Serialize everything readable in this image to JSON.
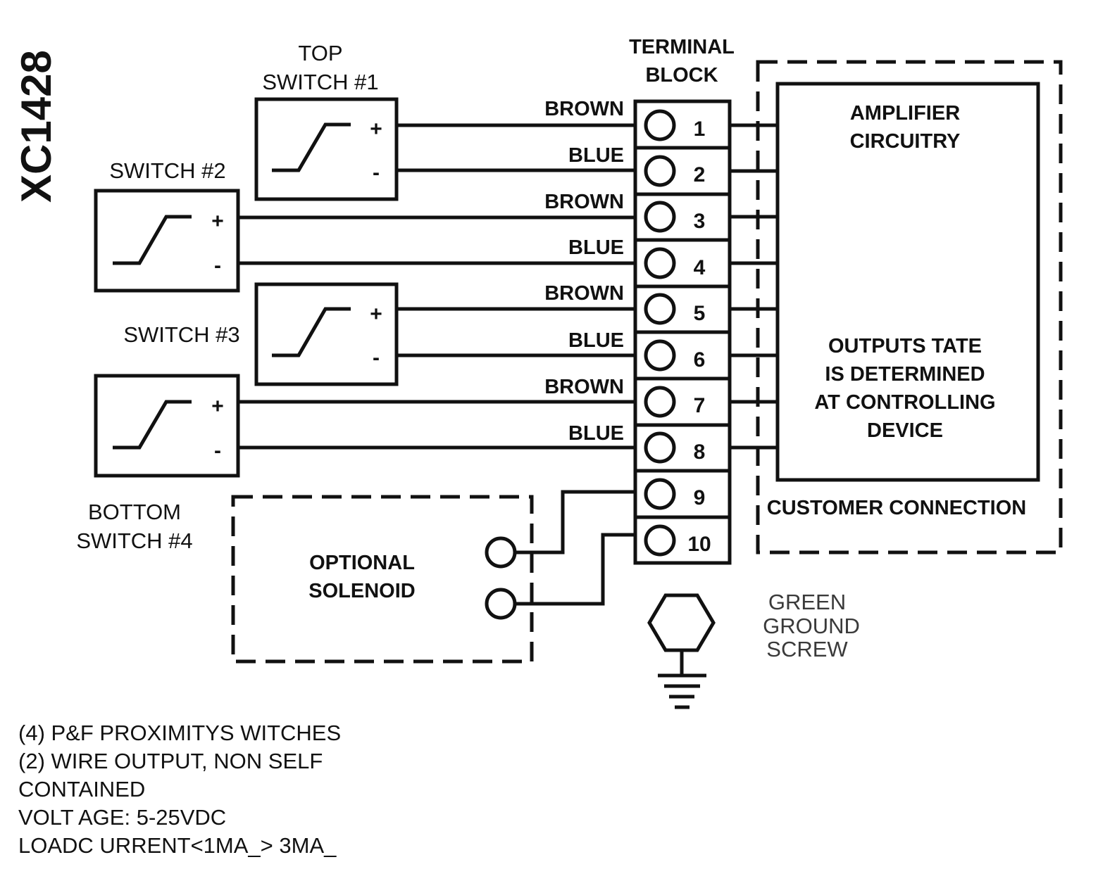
{
  "title": "XC1428",
  "terminal_block": {
    "title_line1": "TERMINAL",
    "title_line2": "BLOCK",
    "terminals": [
      "1",
      "2",
      "3",
      "4",
      "5",
      "6",
      "7",
      "8",
      "9",
      "10"
    ]
  },
  "switches": [
    {
      "label_line1": "TOP",
      "label_line2": "SWITCH #1",
      "plus": "+",
      "minus": "-"
    },
    {
      "label_line1": "SWITCH #2",
      "label_line2": "",
      "plus": "+",
      "minus": "-"
    },
    {
      "label_line1": "SWITCH #3",
      "label_line2": "",
      "plus": "+",
      "minus": "-"
    },
    {
      "label_line1": "BOTTOM",
      "label_line2": "SWITCH #4",
      "plus": "+",
      "minus": "-"
    }
  ],
  "wires": [
    "BROWN",
    "BLUE",
    "BROWN",
    "BLUE",
    "BROWN",
    "BLUE",
    "BROWN",
    "BLUE"
  ],
  "customer": {
    "amp_line1": "AMPLIFIER",
    "amp_line2": "CIRCUITRY",
    "out_line1": "OUTPUTS TATE",
    "out_line2": "IS DETERMINED",
    "out_line3": "AT CONTROLLING",
    "out_line4": "DEVICE",
    "connection_label": "CUSTOMER CONNECTION"
  },
  "solenoid": {
    "line1": "OPTIONAL",
    "line2": "SOLENOID"
  },
  "ground": {
    "line1": "GREEN",
    "line2": "GROUND",
    "line3": "SCREW"
  },
  "notes": [
    "(4) P&F PROXIMITYS WITCHES",
    "(2) WIRE OUTPUT, NON SELF",
    "CONTAINED",
    "VOLT AGE: 5-25VDC",
    "LOADC URRENT<1MA_> 3MA_"
  ]
}
